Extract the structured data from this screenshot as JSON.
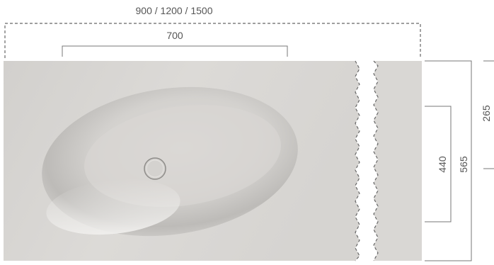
{
  "dimensions": {
    "overall_width": "900 / 1200 / 1500",
    "basin_width": "700",
    "overall_depth": "565",
    "basin_depth": "440",
    "drain_offset": "265"
  },
  "colors": {
    "slab_light": "#dedcda",
    "slab_dark": "#c7c5c2",
    "basin_shadow": "#b9b7b4",
    "dimension_line": "#777777",
    "dimension_text": "#555555"
  }
}
